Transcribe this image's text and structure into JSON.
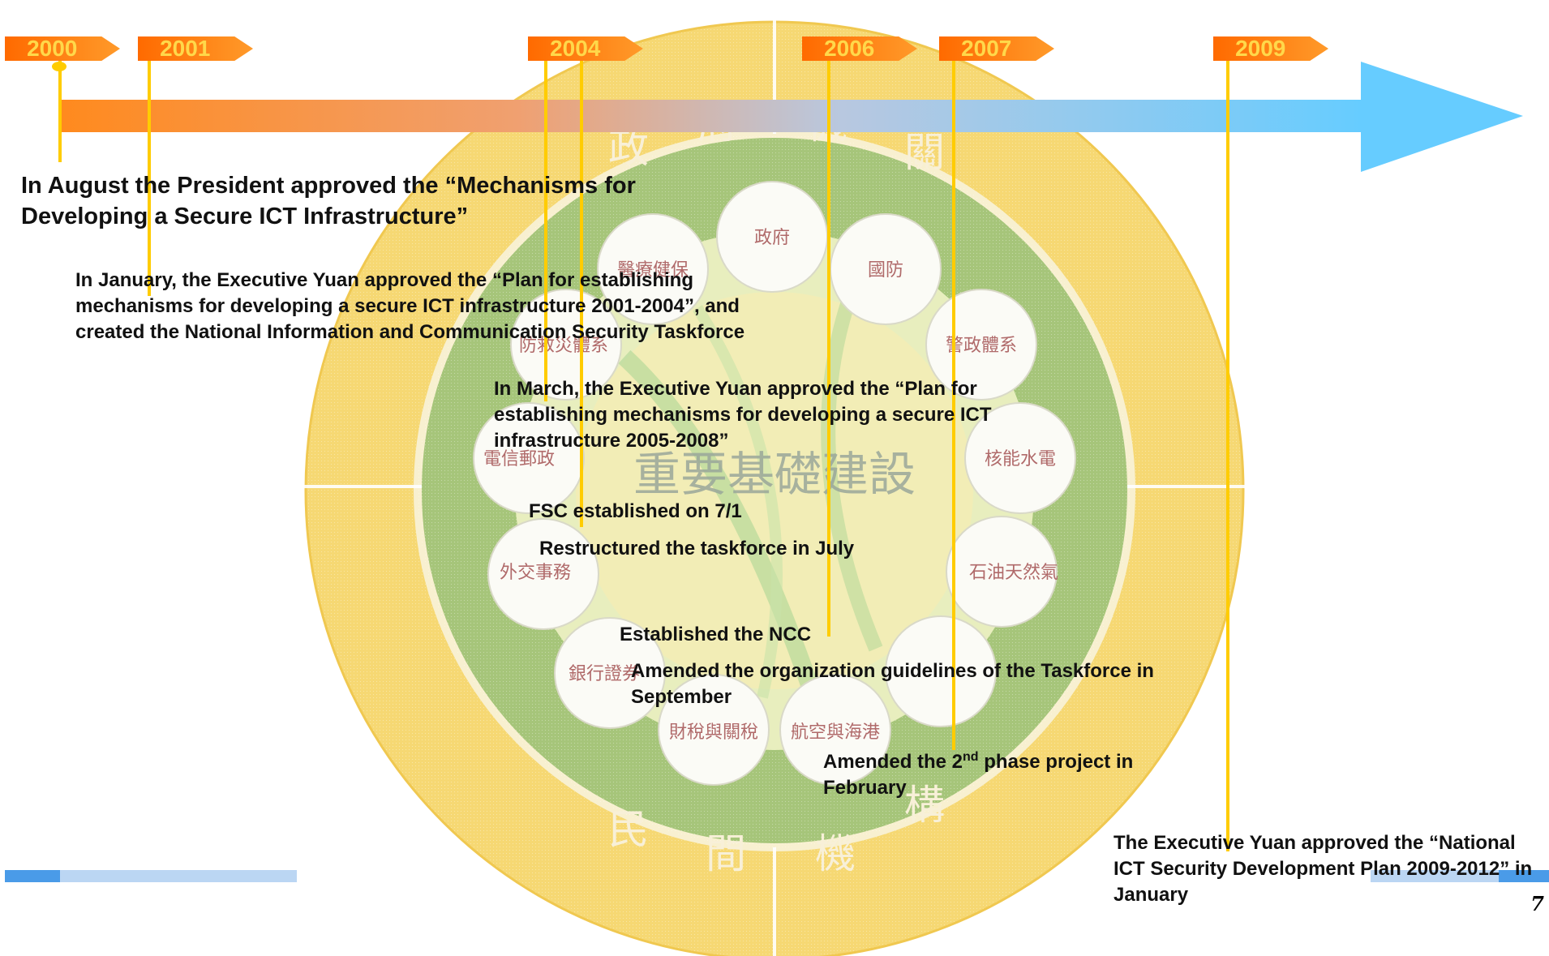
{
  "years": [
    "2000",
    "2001",
    "2004",
    "2006",
    "2007",
    "2009"
  ],
  "events": {
    "e2000": "In August the President approved the “Mechanisms for Developing a Secure ICT Infrastructure”",
    "e2001": "In January, the Executive Yuan approved the “Plan for establishing mechanisms for developing a secure ICT infrastructure 2001-2004”, and  created the National Information and Communication Security Taskforce",
    "e2004a": "In March, the Executive Yuan approved the “Plan for establishing mechanisms for developing a secure ICT infrastructure 2005-2008”",
    "e2004b": "FSC established on 7/1",
    "e2004c": "Restructured the taskforce in July",
    "e2006a": "Established the NCC",
    "e2006b": "Amended the organization guidelines of the Taskforce in September",
    "e2007_pre": "Amended the 2",
    "e2007_sup": "nd",
    "e2007_post": " phase project in February",
    "e2009": "The Executive Yuan approved the “National ICT Security Development Plan 2009-2012” in January"
  },
  "background": {
    "center_title": "重要基礎建設",
    "ring_top": [
      "政",
      "府",
      "機",
      "關"
    ],
    "ring_bottom": [
      "民",
      "間",
      "機",
      "構"
    ],
    "sectors": [
      "政府",
      "國防",
      "警政體系",
      "核能水電",
      "石油天然氣",
      "銀行證券",
      "財稅與關稅",
      "航空與海港",
      "外交事務",
      "電信郵政",
      "防救災體系",
      "醫療健保"
    ]
  },
  "page_number": "7",
  "colors": {
    "year_tag": "#ff6a00",
    "year_text": "#ffd84a",
    "arrow_start": "#ff8a1e",
    "arrow_end": "#66ccff",
    "connector": "#ffcc00",
    "outer_ring": "#f6d873",
    "inner_ring": "#8fb765"
  }
}
